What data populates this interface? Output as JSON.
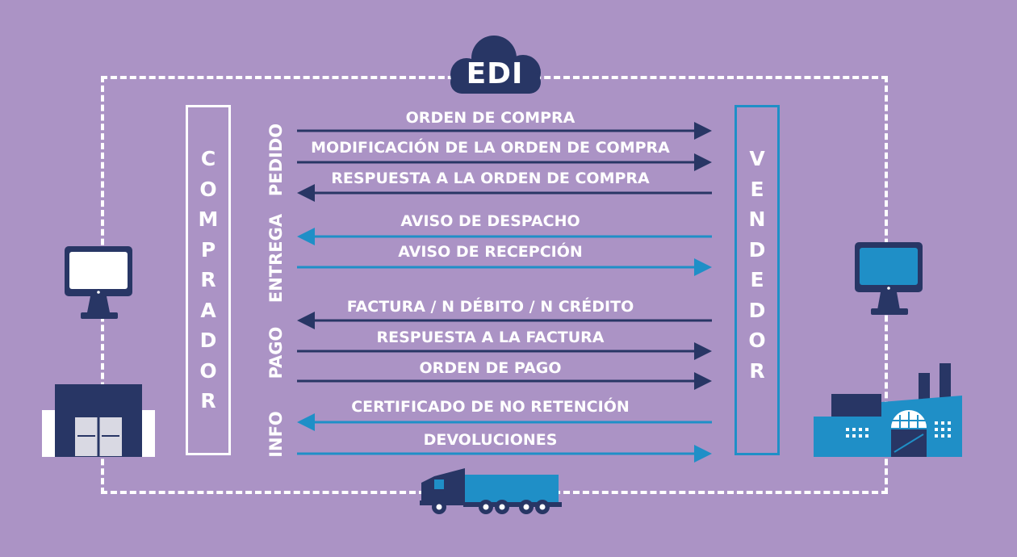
{
  "edi_label": "EDI",
  "buyer": {
    "letters": [
      "C",
      "O",
      "M",
      "P",
      "R",
      "A",
      "D",
      "O",
      "R"
    ]
  },
  "seller": {
    "letters": [
      "V",
      "E",
      "N",
      "D",
      "E",
      "D",
      "O",
      "R"
    ]
  },
  "categories": [
    {
      "label": "PEDIDO"
    },
    {
      "label": "ENTREGA"
    },
    {
      "label": "PAGO"
    },
    {
      "label": "INFO"
    }
  ],
  "messages": [
    {
      "label": "ORDEN DE COMPRA",
      "direction": "right",
      "color": "dark"
    },
    {
      "label": "MODIFICACIÓN DE LA ORDEN DE COMPRA",
      "direction": "right",
      "color": "dark"
    },
    {
      "label": "RESPUESTA A LA ORDEN DE COMPRA",
      "direction": "left",
      "color": "dark"
    },
    {
      "label": "AVISO DE DESPACHO",
      "direction": "left",
      "color": "blue"
    },
    {
      "label": "AVISO DE RECEPCIÓN",
      "direction": "right",
      "color": "blue"
    },
    {
      "label": "FACTURA / N DÉBITO / N CRÉDITO",
      "direction": "left",
      "color": "dark"
    },
    {
      "label": "RESPUESTA A LA FACTURA",
      "direction": "right",
      "color": "dark"
    },
    {
      "label": "ORDEN DE PAGO",
      "direction": "right",
      "color": "dark"
    },
    {
      "label": "CERTIFICADO DE NO RETENCIÓN",
      "direction": "left",
      "color": "blue"
    },
    {
      "label": "DEVOLUCIONES",
      "direction": "right",
      "color": "blue"
    }
  ],
  "colors": {
    "background": "#ab93c5",
    "dark": "#283665",
    "blue": "#1f8fc7",
    "white": "#ffffff"
  },
  "icons": [
    "cloud-icon",
    "computer-icon",
    "warehouse-icon",
    "factory-icon",
    "truck-icon"
  ]
}
